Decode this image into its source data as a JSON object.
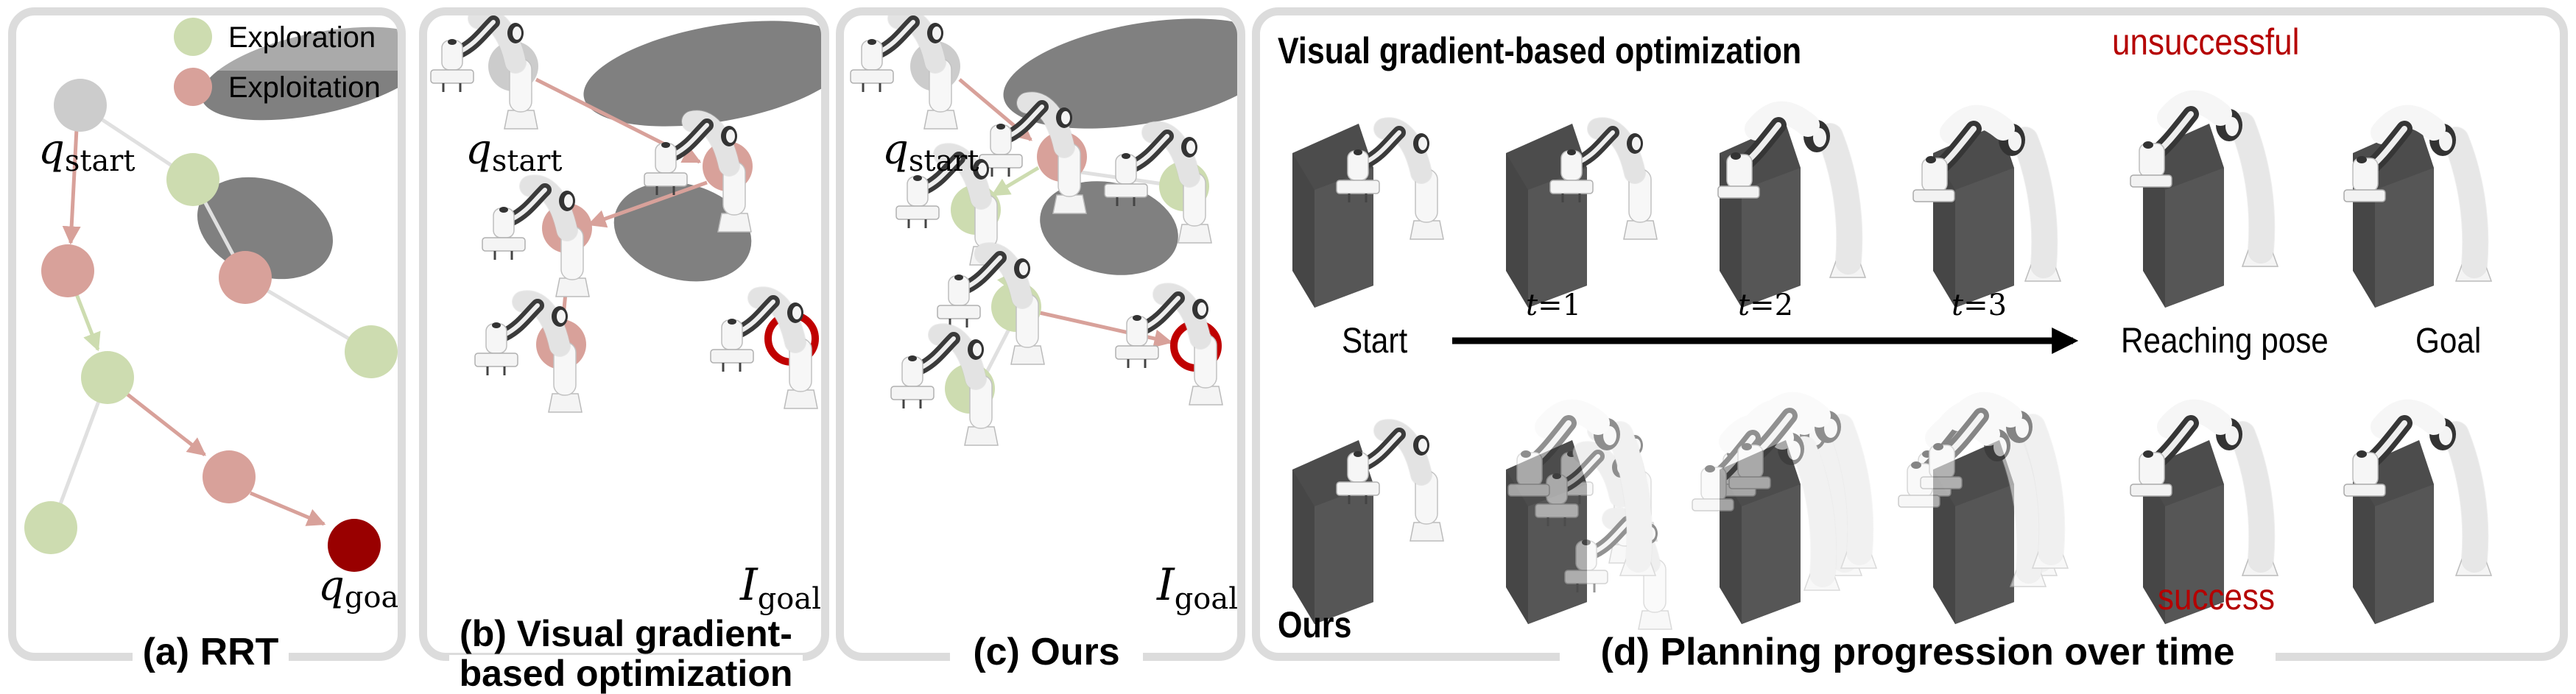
{
  "figure": {
    "panels": [
      {
        "id": "a",
        "caption": "(a) RRT"
      },
      {
        "id": "b",
        "caption_line1": "(b) Visual gradient-",
        "caption_line2": "based optimization"
      },
      {
        "id": "c",
        "caption": "(c) Ours"
      },
      {
        "id": "d",
        "caption": "(d) Planning progression over time"
      }
    ],
    "legend": [
      {
        "label": "Exploration",
        "color": "#cddcb0"
      },
      {
        "label": "Exploitation",
        "color": "#d8a19a"
      }
    ],
    "colors": {
      "exploration": "#cddcb0",
      "exploitation": "#d8a19a",
      "start": "#cccccc",
      "goal": "#990000",
      "goal_ring": "#c00000",
      "edge": "#e0e0e0",
      "obstacle": "#808080",
      "panel_border": "#dcdcdc",
      "status_red": "#b50000"
    },
    "math_labels": {
      "q": "q",
      "start_sub": "start",
      "goal_sub": "goal",
      "I": "I"
    },
    "panel_d": {
      "top_row_title": "Visual gradient-based optimization",
      "bottom_row_title": "Ours",
      "top_status": "unsuccessful",
      "bottom_status": "success",
      "start_label": "Start",
      "reaching_label": "Reaching pose",
      "goal_label": "Goal",
      "time_steps": [
        {
          "var": "t",
          "eq": "=",
          "value": "1"
        },
        {
          "var": "t",
          "eq": "=",
          "value": "2"
        },
        {
          "var": "t",
          "eq": "=",
          "value": "3"
        }
      ]
    }
  }
}
